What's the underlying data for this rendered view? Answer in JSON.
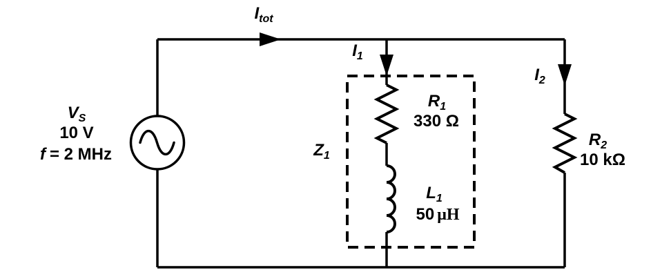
{
  "source": {
    "symbol_base": "V",
    "symbol_sub": "S",
    "voltage": "10 V",
    "freq_symbol": "f",
    "freq_value": "= 2 MHz",
    "type": "ac-voltage-source"
  },
  "currents": {
    "total": {
      "base": "I",
      "sub": "tot"
    },
    "i1": {
      "base": "I",
      "sub": "1"
    },
    "i2": {
      "base": "I",
      "sub": "2"
    }
  },
  "impedance": {
    "base": "Z",
    "sub": "1"
  },
  "components": {
    "r1": {
      "base": "R",
      "sub": "1",
      "value": "330 Ω"
    },
    "l1": {
      "base": "L",
      "sub": "1",
      "value": "50",
      "unit": "μH"
    },
    "r2": {
      "base": "R",
      "sub": "2",
      "value": "10 kΩ"
    }
  },
  "colors": {
    "line": "#000000",
    "background": "#ffffff"
  }
}
